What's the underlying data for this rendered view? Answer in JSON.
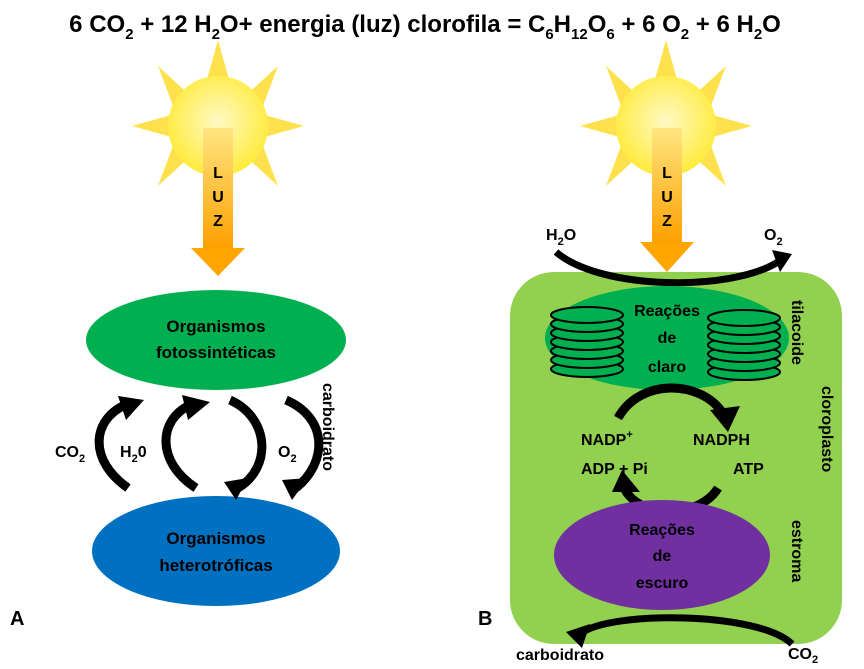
{
  "equation": {
    "p1": "6 CO",
    "s1": "2",
    "p2": " + 12 H",
    "s2": "2",
    "p3": "O+ energia (luz) clorofila = C",
    "s3": "6",
    "p4": "H",
    "s4": "12",
    "p5": "O",
    "s5": "6",
    "p6": " + 6 O",
    "s6": "2",
    "p7": " + 6 H",
    "s7": "2",
    "p8": "O"
  },
  "panel_a": {
    "label": "A",
    "light_letters": [
      "L",
      "U",
      "Z"
    ],
    "top_ellipse": [
      "Organismos",
      "fotossintéticas"
    ],
    "bottom_ellipse": [
      "Organismos",
      "heterotróficas"
    ],
    "co2": {
      "main": "CO",
      "sub": "2"
    },
    "h2o": {
      "main": "H",
      "sub": "2",
      "tail": "0"
    },
    "o2": {
      "main": "O",
      "sub": "2"
    },
    "carb_label": "carboidrato"
  },
  "panel_b": {
    "label": "B",
    "light_letters": [
      "L",
      "U",
      "Z"
    ],
    "h2o": {
      "main": "H",
      "sub": "2",
      "tail": "O"
    },
    "o2": {
      "main": "O",
      "sub": "2"
    },
    "light_reactions": [
      "Reações",
      "de",
      "claro"
    ],
    "dark_reactions": [
      "Reações",
      "de",
      "escuro"
    ],
    "nadp": {
      "main": "NADP",
      "sup": "+"
    },
    "nadph": "NADPH",
    "adp": "ADP + Pi",
    "atp": "ATP",
    "tilacoide": "tilacoide",
    "cloroplasto": "cloroplasto",
    "estroma": "estroma",
    "carb_label": "carboidrato",
    "co2": {
      "main": "CO",
      "sub": "2"
    }
  },
  "colors": {
    "sun": "#FFEB3B",
    "sun_ray": "#FFD54F",
    "arrow_light": "#FFA500",
    "chloroplast": "#92D050",
    "thylakoid": "#00B050",
    "stroma_ellipse": "#7030A0",
    "heterotroph": "#0070C0"
  }
}
